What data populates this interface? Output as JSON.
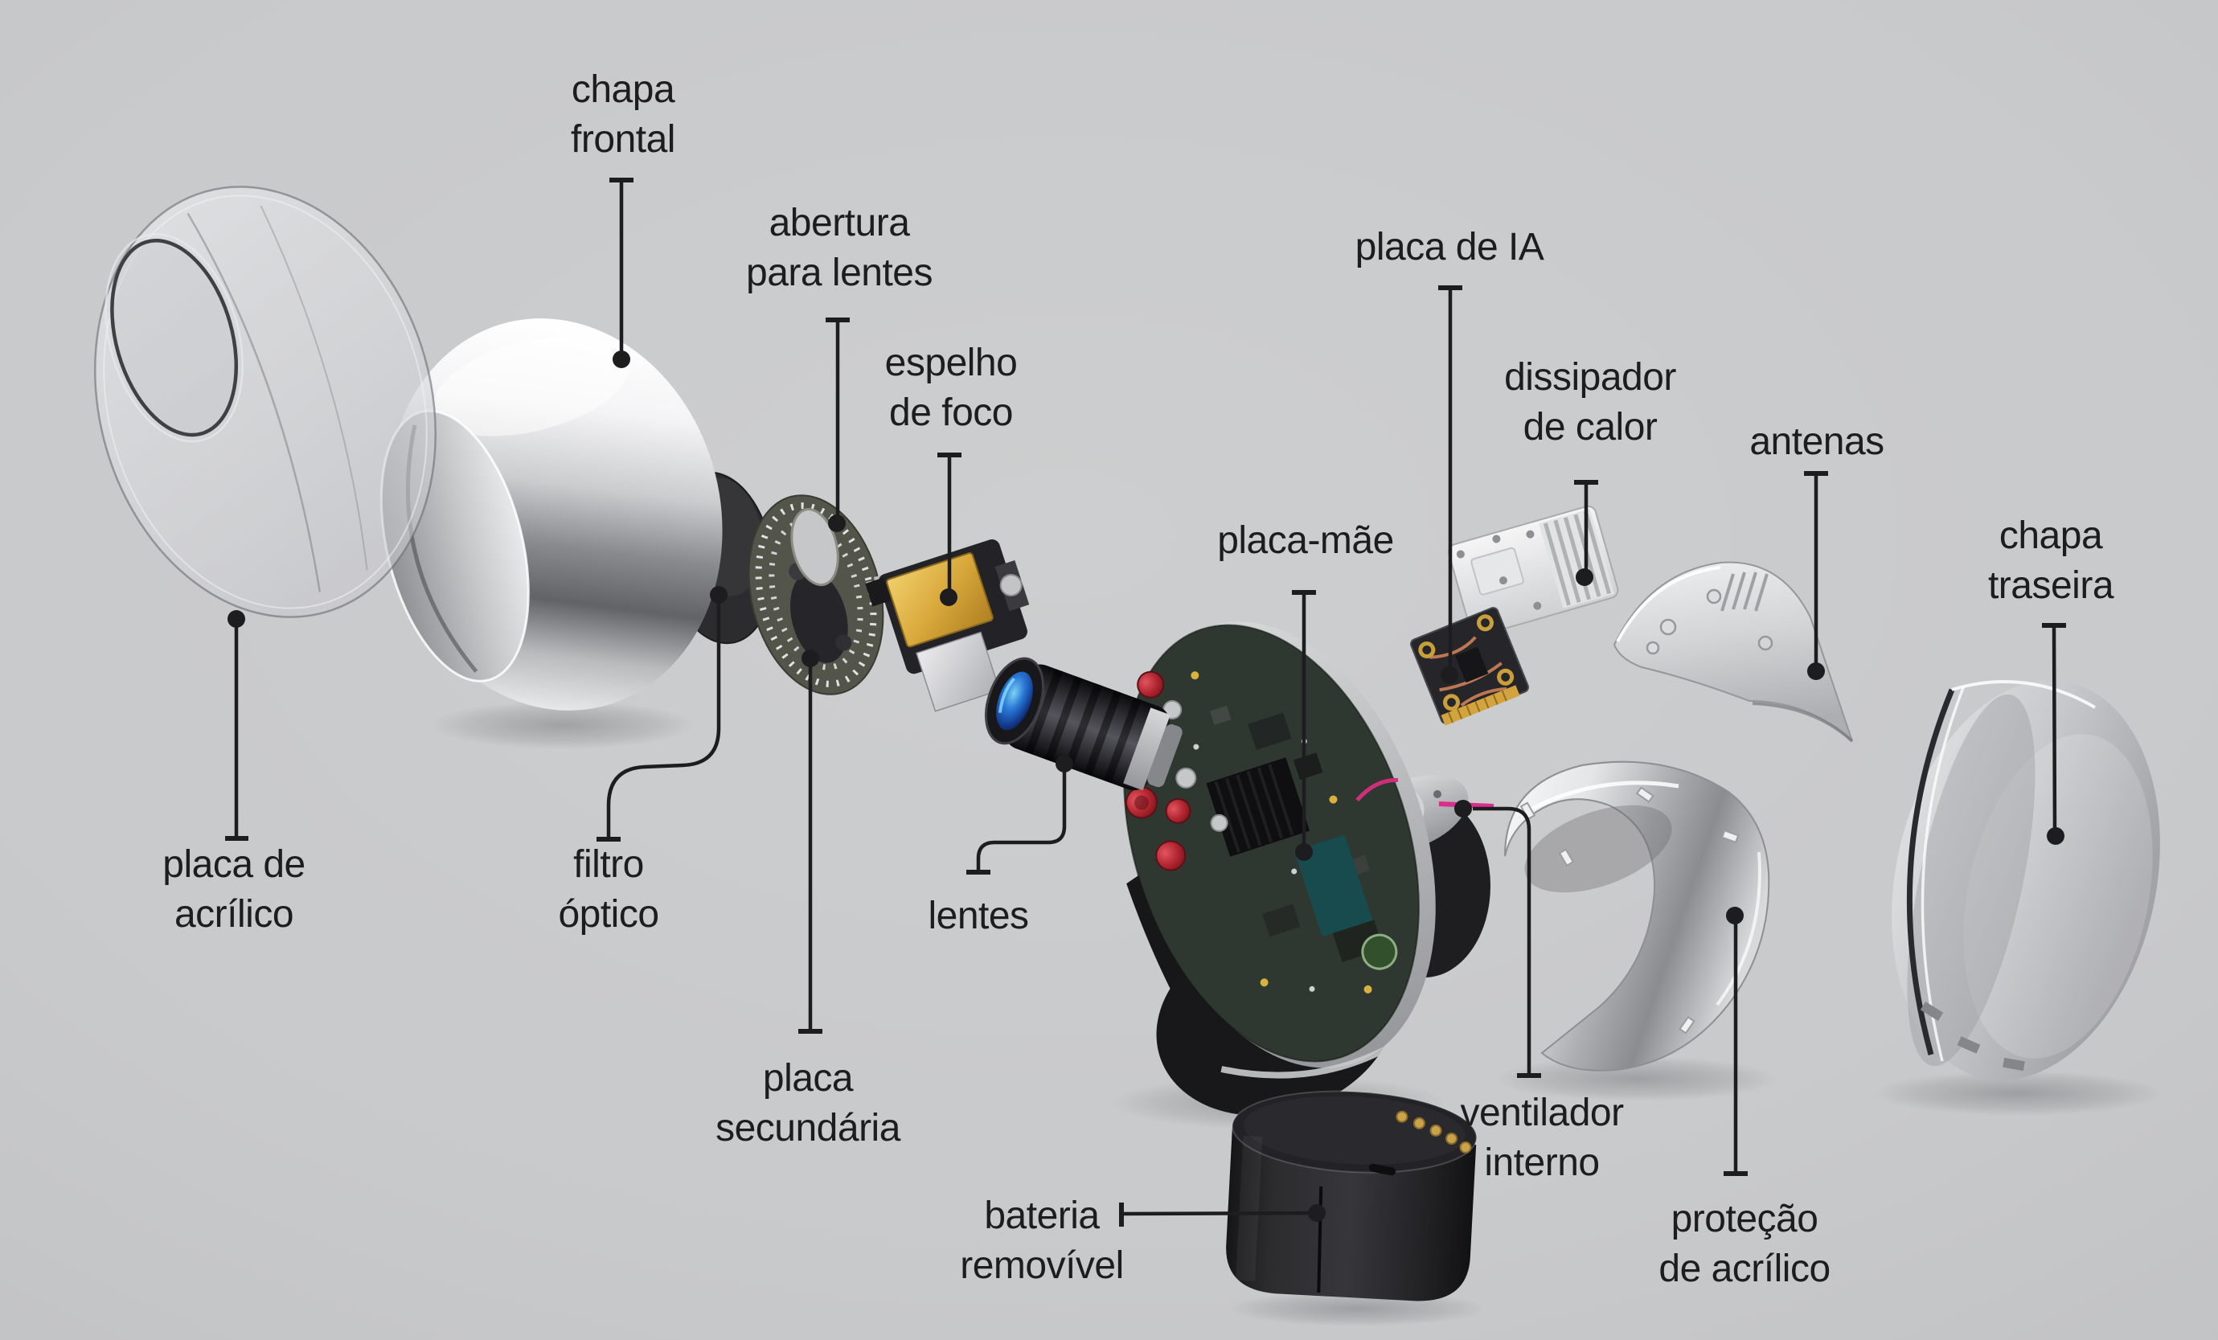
{
  "page": {
    "background_color": "#c8c9cb",
    "text_color": "#1d1d1f",
    "leader_line_color": "#1d1d1f"
  },
  "palette": {
    "chrome_highlight": "#f6f6f8",
    "chrome_shadow": "#616266",
    "metal_light": "#d9dadc",
    "pcb_dark_green": "#2e3831",
    "capacitor_red": "#c23038",
    "gold_mirror": "#d9a93c",
    "lens_blue": "#2a79d8",
    "wire_magenta": "#d82e8c",
    "battery_black": "#232327",
    "battery_pin_gold": "#caa24a"
  },
  "diagram": {
    "type": "exploded-view",
    "labels": [
      {
        "id": "placa-de-acrilico",
        "lines": [
          "placa de",
          "acrílico"
        ]
      },
      {
        "id": "chapa-frontal",
        "lines": [
          "chapa",
          "frontal"
        ]
      },
      {
        "id": "filtro-optico",
        "lines": [
          "filtro",
          "óptico"
        ]
      },
      {
        "id": "abertura-para-lentes",
        "lines": [
          "abertura",
          "para lentes"
        ]
      },
      {
        "id": "espelho-de-foco",
        "lines": [
          "espelho",
          "de foco"
        ]
      },
      {
        "id": "placa-secundaria",
        "lines": [
          "placa",
          "secundária"
        ]
      },
      {
        "id": "lentes",
        "lines": [
          "lentes"
        ]
      },
      {
        "id": "placa-mae",
        "lines": [
          "placa-mãe"
        ]
      },
      {
        "id": "placa-de-ia",
        "lines": [
          "placa de IA"
        ]
      },
      {
        "id": "dissipador-de-calor",
        "lines": [
          "dissipador",
          "de calor"
        ]
      },
      {
        "id": "antenas",
        "lines": [
          "antenas"
        ]
      },
      {
        "id": "chapa-traseira",
        "lines": [
          "chapa",
          "traseira"
        ]
      },
      {
        "id": "ventilador-interno",
        "lines": [
          "ventilador",
          "interno"
        ]
      },
      {
        "id": "protecao-de-acrilico",
        "lines": [
          "proteção",
          "de acrílico"
        ]
      },
      {
        "id": "bateria-removivel",
        "lines": [
          "bateria",
          "removível"
        ]
      }
    ]
  }
}
